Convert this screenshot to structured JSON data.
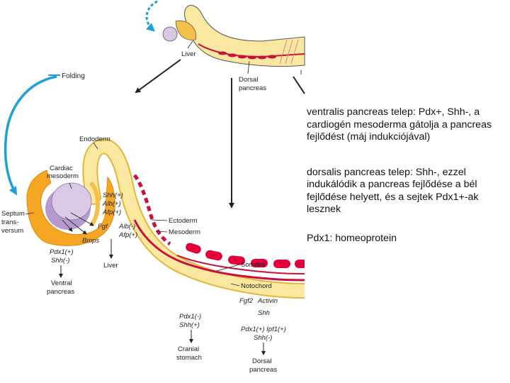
{
  "top_embryo": {
    "liver_label": "Liver",
    "dorsal_label_line1": "Dorsal",
    "dorsal_label_line2": "pancreas"
  },
  "main_diagram": {
    "folding_label": "Folding",
    "endoderm_label": "Endoderm",
    "cardiac_label_line1": "Cardiac",
    "cardiac_label_line2": "mesoderm",
    "septum_label_line1": "Septum",
    "septum_label_line2": "trans-",
    "septum_label_line3": "versum",
    "shh_plus": "Shh(+)",
    "alb_plus": "Alb(+)",
    "afp_plus": "Afp(+)",
    "fgf": "Fgf",
    "bmps": "Bmps",
    "alb_minus": "Alb(-)",
    "afp_minus_plus": "Afp(+)",
    "ectoderm_label": "Ectoderm",
    "mesoderm_label": "Mesoderm",
    "liver_label": "Liver",
    "ventral_markers_line1": "Pdx1(+)",
    "ventral_markers_line2": "Shh(-)",
    "ventral_label_line1": "Ventral",
    "ventral_label_line2": "pancreas",
    "somites_label": "Somites",
    "notochord_label": "Notochord",
    "fgf2_label": "Fgf2",
    "activin_label": "Activin",
    "shh_label": "Shh",
    "cranial_markers_line1": "Pdx1(-)",
    "cranial_markers_line2": "Shh(+)",
    "cranial_label_line1": "Cranial",
    "cranial_label_line2": "stomach",
    "dorsal_markers_line1": "Pdx1(+) Ipf1(+)",
    "dorsal_markers_line2": "Shh(-)",
    "dorsal_label_line1": "Dorsal",
    "dorsal_label_line2": "pancreas"
  },
  "notes": [
    "ventralis pancreas telep: Pdx+, Shh-, a cardiogén mesoderma gátolja a pancreas fejlődést (máj indukciójával)",
    "dorsalis pancreas telep: Shh-, ezzel indukálódik a pancreas fejlődése a bél fejlődése helyett, és a sejtek Pdx1+-ak lesznek",
    "Pdx1: homeoprotein"
  ],
  "colors": {
    "endoderm": "#fbe8a0",
    "endoderm_edge": "#e3b63b",
    "septum": "#f5a623",
    "cardiac": "#d9c9e6",
    "cardiac_shadow": "#b59ad0",
    "mesoderm_red": "#c8103a",
    "folding_arrow": "#1e9fd8"
  }
}
